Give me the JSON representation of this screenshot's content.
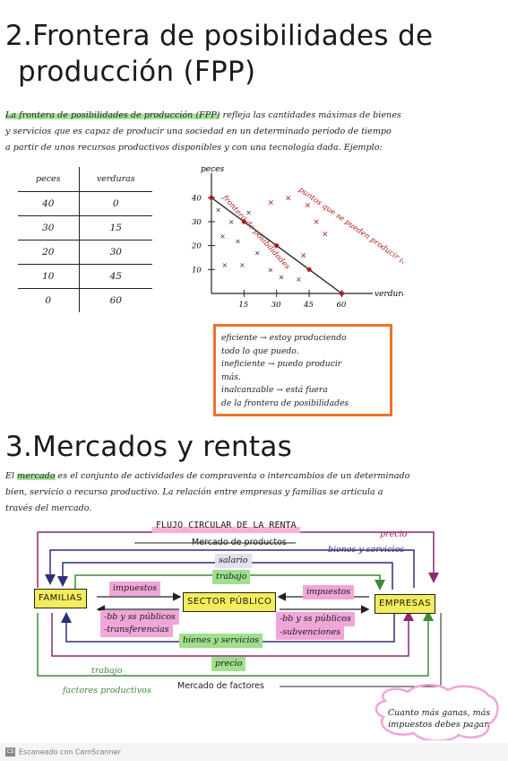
{
  "section2": {
    "title_line1": "2.Frontera de posibilidades de",
    "title_line2": "producción (FPP)",
    "para_highlight": "La frontera de posibilidades de producción (FPP)",
    "para_line1_rest": " refleja las cantidades máximas de bienes",
    "para_line2": "y servicios que es capaz de producir una sociedad en un determinado periodo de tiempo",
    "para_line3": "a partir de unos recursos productivos disponibles y con una tecnología dada. Ejemplo:"
  },
  "table": {
    "headers": [
      "peces",
      "verduras"
    ],
    "rows": [
      [
        "40",
        "0"
      ],
      [
        "30",
        "15"
      ],
      [
        "20",
        "30"
      ],
      [
        "10",
        "45"
      ],
      [
        "0",
        "60"
      ]
    ]
  },
  "chart_data": {
    "type": "line",
    "ylabel": "peces",
    "xlabel": "verduras",
    "x_ticks": [
      "15",
      "30",
      "45",
      "60"
    ],
    "y_ticks": [
      "40",
      "30",
      "20",
      "10"
    ],
    "xlim": [
      0,
      66
    ],
    "ylim": [
      0,
      45
    ],
    "frontier": {
      "x": [
        0,
        15,
        30,
        45,
        60
      ],
      "y": [
        40,
        30,
        20,
        10,
        0
      ]
    },
    "inside_points": {
      "x": [
        3,
        9,
        17,
        5,
        12,
        21,
        6,
        14,
        27,
        32,
        40
      ],
      "y": [
        35,
        30,
        34,
        24,
        22,
        17,
        12,
        12,
        10,
        7,
        6
      ]
    },
    "outside_points": {
      "x": [
        27,
        35,
        44,
        48,
        52,
        42
      ],
      "y": [
        38,
        40,
        37,
        30,
        25,
        16
      ]
    },
    "label_frontier": "frontera de posibilidades",
    "label_outside": "puntos que se pueden producir (eficientes)"
  },
  "legend_box": {
    "line1": "eficiente → estoy produciendo",
    "line2": "todo lo que puedo.",
    "line3": "ineficiente → puedo producir",
    "line4": "más.",
    "line5": "inalcanzable → está fuera",
    "line6": "de la frontera de posibilidades"
  },
  "section3": {
    "title": "3.Mercados y rentas",
    "para_start": "El ",
    "para_highlight": "mercado",
    "para_line1_rest": " es el conjunto de actividades de compraventa o intercambios de un determinado",
    "para_line2": "bien, servicio o recurso productivo. La relación entre empresas y familias se articula a",
    "para_line3": "través del mercado."
  },
  "flow": {
    "title": "FLUJO CIRCULAR DE LA RENTA",
    "market_products": "Mercado de productos",
    "market_factors": "Mercado de factores",
    "familias": "FAMILIAS",
    "sector_publico": "SECTOR PÚBLICO",
    "empresas": "EMPRESAS",
    "precio_top": "precio",
    "bienes_servicios_top": "bienes y servicios",
    "salario": "salario",
    "trabajo_mid": "trabajo",
    "impuestos_left": "impuestos",
    "impuestos_right": "impuestos",
    "bb_left": "-bb y ss públicos",
    "transferencias": "-transferencias",
    "bb_right": "-bb y ss públicos",
    "subvenciones": "-subvenciones",
    "bienes_servicios_mid": "bienes y servicios",
    "precio_bottom": "precio",
    "trabajo_bottom": "trabajo",
    "factores_productivos": "factores productivos",
    "note": "Cuanto más ganas, más impuestos debes pagar."
  },
  "footer": {
    "text": "Escaneado con CamScanner",
    "icon": "CS"
  },
  "colors": {
    "orange_box": "#e8762a",
    "highlight_green": "#a7e39a",
    "highlight_pink": "#f0a6d8",
    "node_yellow": "#f3ec5c",
    "frontier_red": "#b01c1c",
    "arrow_blue": "#2c2f7a",
    "arrow_purple": "#8a2a6f",
    "arrow_green": "#3e8a3a"
  }
}
